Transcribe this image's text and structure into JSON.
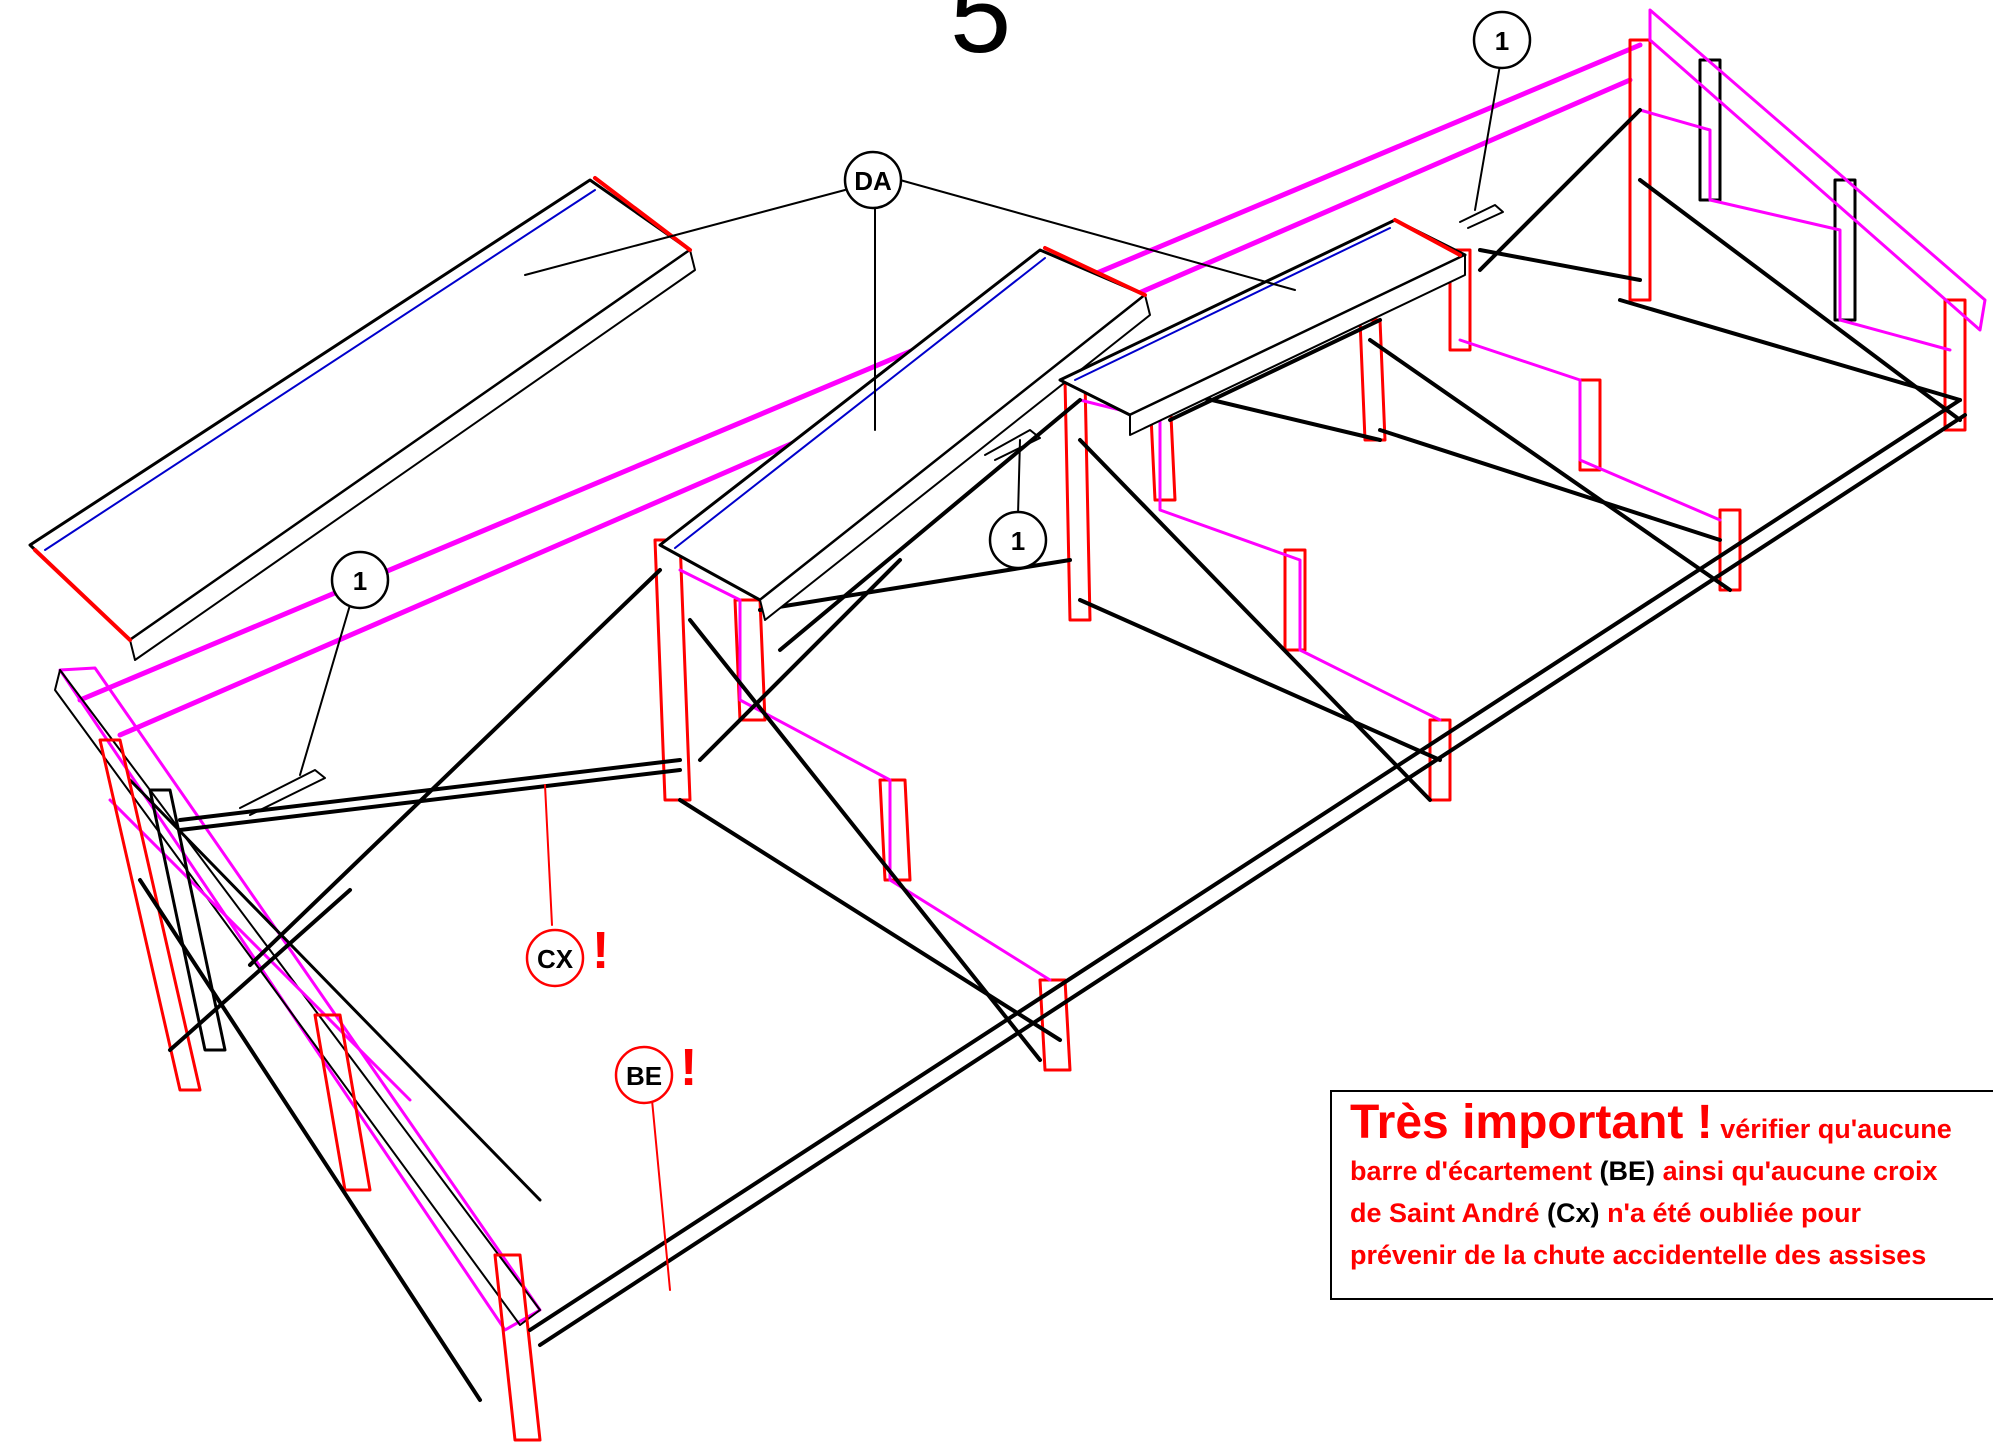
{
  "step": {
    "number": "5"
  },
  "callouts": {
    "da": "DA",
    "part1": "1",
    "cx": "CX",
    "be": "BE",
    "exclamation": "!"
  },
  "warning": {
    "title": "Très important !",
    "line1_tail": "vérifier qu'aucune",
    "line2_a": "barre d'écartement",
    "line2_b": "(BE)",
    "line2_c": "ainsi qu'aucune croix",
    "line3_a": "de Saint André",
    "line3_b": "(Cx)",
    "line3_c": "n'a été oubliée pour",
    "line4": "prévenir de la chute accidentelle des assises"
  },
  "colors": {
    "frame": "#000000",
    "side_panel": "#ff00ff",
    "post": "#ff0000",
    "board_edge": "#0000cc",
    "warning": "#ff0000"
  },
  "icons": [
    "numbered-callout",
    "pin-icon",
    "exclamation-mark"
  ]
}
